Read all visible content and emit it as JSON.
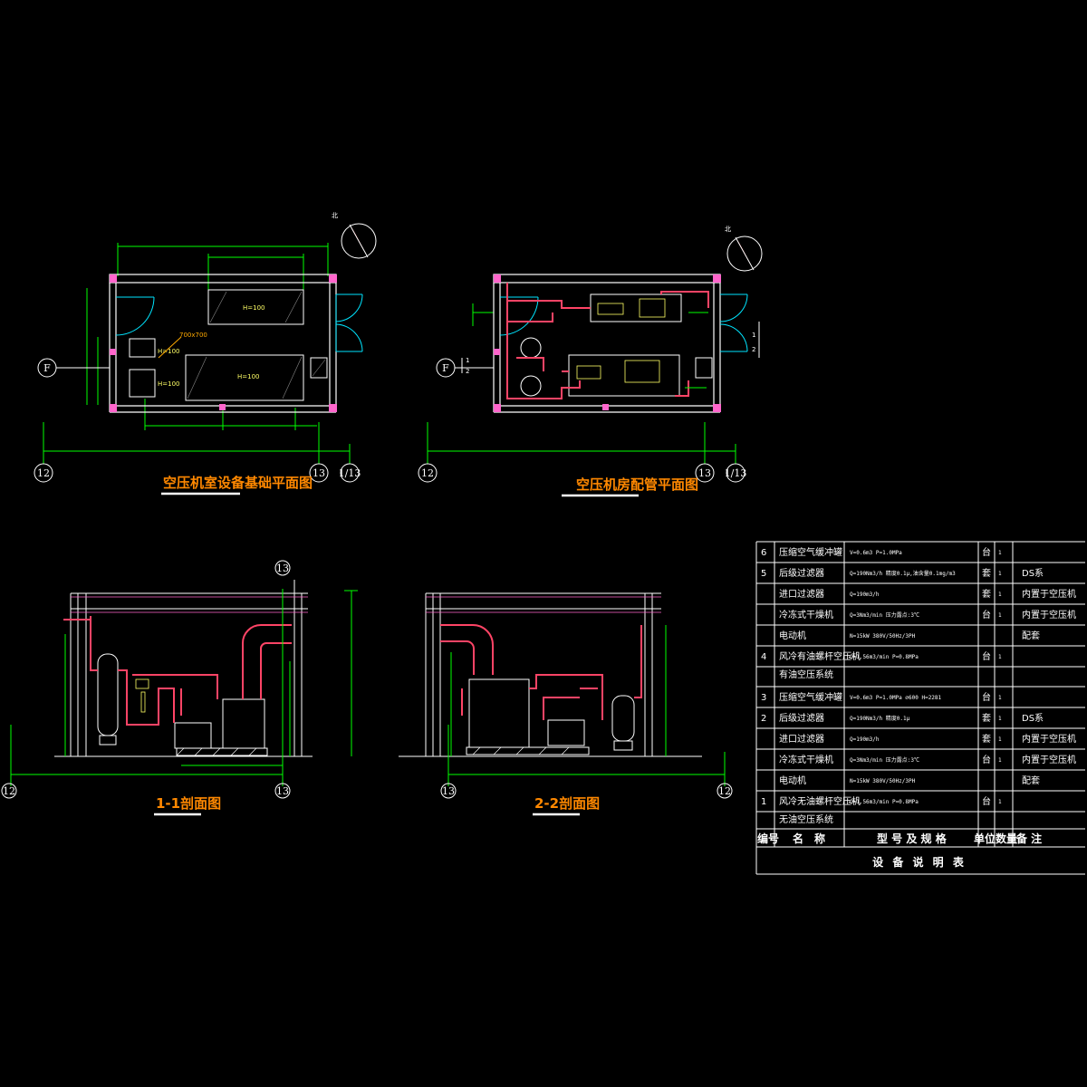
{
  "titles": {
    "foundation_plan": "空压机室设备基础平面图",
    "piping_plan": "空压机房配管平面图",
    "section_1": "1-1剖面图",
    "section_2": "2-2剖面图"
  },
  "axes": {
    "a12": "12",
    "a13": "13",
    "a1_13": "1/13",
    "aF": "F"
  },
  "foundation_labels": {
    "h1": "H=100",
    "h2": "H=100",
    "h3": "H=100",
    "h4": "H=100",
    "size": "700x700"
  },
  "north": "北",
  "section_marks": {
    "s1": "1",
    "s2": "2"
  },
  "table": {
    "caption": "设 备 说 明 表",
    "header": {
      "no": "编号",
      "name": "名　称",
      "spec": "型 号 及 规 格",
      "unit_qty": "单位数量",
      "remark": "备 注"
    },
    "groups": {
      "oil_free": "无油空压系统",
      "oil": "有油空压系统"
    },
    "rows_top": [
      {
        "no": "6",
        "name": "压缩空气缓冲罐",
        "spec": "V=0.6m3  P=1.0MPa",
        "unit": "台",
        "qty": "1",
        "remark": ""
      },
      {
        "no": "5",
        "name": "后级过滤器",
        "spec": "Q=190Nm3/h  精度0.1μ,油含量0.1mg/m3",
        "unit": "套",
        "qty": "1",
        "remark": "DS系"
      },
      {
        "no": "",
        "name": "进口过滤器",
        "spec": "Q=190m3/h",
        "unit": "套",
        "qty": "1",
        "remark": "内置于空压机"
      },
      {
        "no": "",
        "name": "冷冻式干燥机",
        "spec": "Q=3Nm3/min  压力露点:3℃",
        "unit": "台",
        "qty": "1",
        "remark": "内置于空压机"
      },
      {
        "no": "",
        "name": "电动机",
        "spec": "N=15kW    380V/50Hz/3PH",
        "unit": "",
        "qty": "",
        "remark": "配套"
      },
      {
        "no": "4",
        "name": "风冷有油螺杆空压机",
        "spec": "Q=1.56m3/min  P=0.8MPa",
        "unit": "台",
        "qty": "1",
        "remark": ""
      }
    ],
    "rows_bottom": [
      {
        "no": "3",
        "name": "压缩空气缓冲罐",
        "spec": "V=0.6m3  P=1.0MPa  ∅600  H=2281",
        "unit": "台",
        "qty": "1",
        "remark": ""
      },
      {
        "no": "2",
        "name": "后级过滤器",
        "spec": "Q=190Nm3/h  精度0.1μ",
        "unit": "套",
        "qty": "1",
        "remark": "DS系"
      },
      {
        "no": "",
        "name": "进口过滤器",
        "spec": "Q=190m3/h",
        "unit": "套",
        "qty": "1",
        "remark": "内置于空压机"
      },
      {
        "no": "",
        "name": "冷冻式干燥机",
        "spec": "Q=3Nm3/min  压力露点:3℃",
        "unit": "台",
        "qty": "1",
        "remark": "内置于空压机"
      },
      {
        "no": "",
        "name": "电动机",
        "spec": "N=15kW    380V/50Hz/3PH",
        "unit": "",
        "qty": "",
        "remark": "配套"
      },
      {
        "no": "1",
        "name": "风冷无油螺杆空压机",
        "spec": "Q=1.56m3/min  P=0.8MPa",
        "unit": "台",
        "qty": "1",
        "remark": ""
      }
    ]
  },
  "colors": {
    "wall": "#ffffff",
    "dim": "#00ff00",
    "pipe": "#ff4466",
    "title": "#ff8800",
    "column": "#ff66cc",
    "door": "#00e5ff",
    "equipment": "#ffff66",
    "text": "#ffffff",
    "grid": "#00cc44"
  }
}
